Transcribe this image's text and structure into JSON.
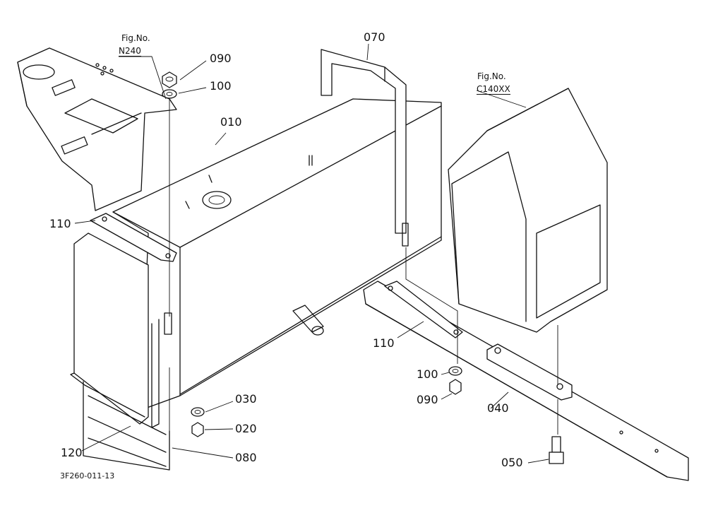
{
  "references": {
    "upper_left": {
      "caption": "Fig.No.",
      "number": "N240"
    },
    "right": {
      "caption": "Fig.No.",
      "number": "C140XX"
    }
  },
  "callouts": {
    "c070": "070",
    "c090_top": "090",
    "c100_top": "100",
    "c010": "010",
    "c110_left": "110",
    "c110_right": "110",
    "c100_bottom": "100",
    "c090_bottom": "090",
    "c040": "040",
    "c030": "030",
    "c020": "020",
    "c120": "120",
    "c080": "080",
    "c050": "050"
  },
  "drawing_code": "3F260-011-13"
}
